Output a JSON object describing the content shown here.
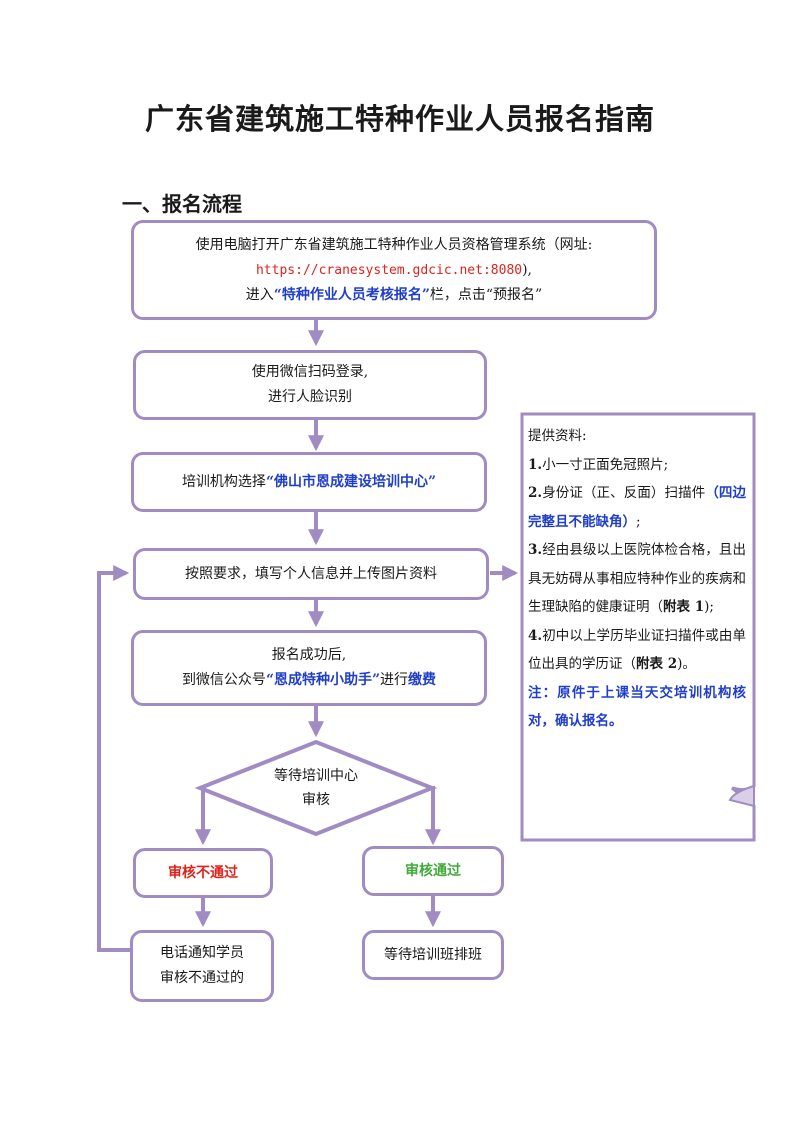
{
  "title": "广东省建筑施工特种作业人员报名指南",
  "section_heading": "一、报名流程",
  "steps": {
    "step1_line1": "使用电脑打开广东省建筑施工特种作业人员资格管理系统（网址:",
    "step1_url": "https://cranesystem.gdcic.net:8080",
    "step1_url_suffix": "),",
    "step1_line3_prefix": "进入",
    "step1_link": "“特种作业人员考核报名”",
    "step1_line3_suffix": "栏，点击“预报名”",
    "step2_line1": "使用微信扫码登录,",
    "step2_line2": "进行人脸识别",
    "step3_prefix": "培训机构选择",
    "step3_center": "“佛山市恩成建设培训中心”",
    "step4": "按照要求，填写个人信息并上传图片资料",
    "step5_line1": "报名成功后,",
    "step5_prefix": "到微信公众号",
    "step5_account": "“恩成特种小助手”",
    "step5_mid": "进行",
    "step5_pay": "缴费",
    "decision_line1": "等待培训中心",
    "decision_line2": "审核",
    "fail": "审核不通过",
    "pass": "审核通过",
    "fail_next_line1": "电话通知学员",
    "fail_next_line2": "审核不通过的",
    "pass_next": "等待培训班排班"
  },
  "materials": {
    "heading": "提供资料:",
    "item1_num": "1.",
    "item1": "小一寸正面免冠照片;",
    "item2_num": "2.",
    "item2": "身份证（正、反面）扫描件",
    "item2_note": "（四边完整且不能缺角）",
    "item2_end": ";",
    "item3_num": "3.",
    "item3": "经由县级以上医院体检合格，且出具无妨碍从事相应特种作业的疾病和生理缺陷的健康证明（",
    "item3_ref": "附表 1",
    "item3_end": ");",
    "item4_num": "4.",
    "item4": "初中以上学历毕业证扫描件或由单位出具的学历证（",
    "item4_ref": "附表 2",
    "item4_end": ")。",
    "note": "注：原件于上课当天交培训机构核对，确认报名。"
  },
  "colors": {
    "border": "#a08cc2",
    "red": "#e0231c",
    "blue": "#1f3ec9",
    "green": "#3faa3a"
  }
}
